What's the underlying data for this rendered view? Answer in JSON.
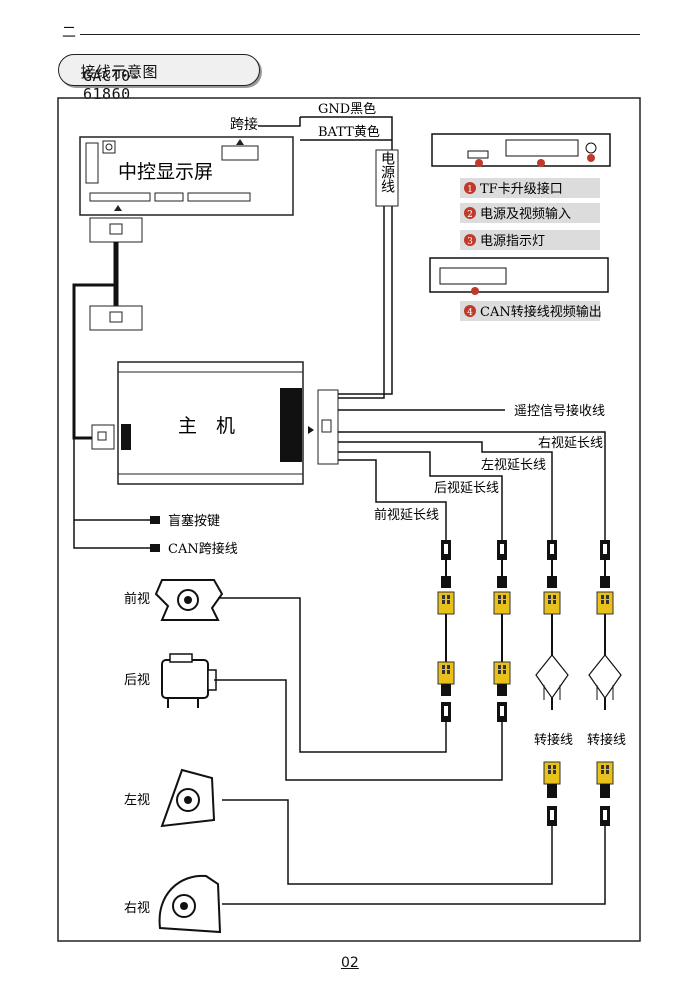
{
  "header": {
    "mark": "二"
  },
  "title": {
    "model": "GACT0-61860",
    "suffix": "接线示意图"
  },
  "labels": {
    "gnd": "GND黑色",
    "batt": "BATT黄色",
    "bridge": "跨接",
    "power_line": "电源线",
    "display": "中控显示屏",
    "host": "主　机",
    "remote": "遥控信号接收线",
    "right_ext": "右视延长线",
    "left_ext": "左视延长线",
    "rear_ext": "后视延长线",
    "front_ext": "前视延长线",
    "blind_key": "盲塞按键",
    "can_bridge": "CAN跨接线",
    "front_view": "前视",
    "rear_view": "后视",
    "left_view": "左视",
    "right_view": "右视",
    "adapter_1": "转接线",
    "adapter_2": "转接线"
  },
  "legend": [
    {
      "num": "1",
      "text": "TF卡升级接口"
    },
    {
      "num": "2",
      "text": "电源及视频输入"
    },
    {
      "num": "3",
      "text": "电源指示灯"
    },
    {
      "num": "4",
      "text": "CAN转接线视频输出"
    }
  ],
  "page": {
    "number": "02"
  },
  "colors": {
    "connector": "#e8c21a",
    "marker": "#c0392b",
    "wire": "#111111"
  }
}
